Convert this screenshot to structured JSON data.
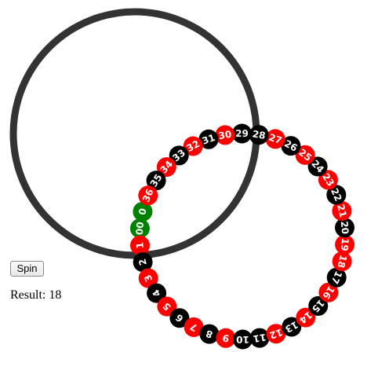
{
  "controls": {
    "spin_label": "Spin"
  },
  "result": {
    "label": "Result:",
    "value": "18"
  },
  "colors": {
    "red": "#ff0000",
    "black": "#000000",
    "green": "#008000",
    "ring": "#333333",
    "label": "#ffffff"
  },
  "wheel": {
    "pockets": [
      {
        "label": "0",
        "color": "green"
      },
      {
        "label": "00",
        "color": "green"
      },
      {
        "label": "1",
        "color": "red"
      },
      {
        "label": "2",
        "color": "black"
      },
      {
        "label": "3",
        "color": "red"
      },
      {
        "label": "4",
        "color": "black"
      },
      {
        "label": "5",
        "color": "red"
      },
      {
        "label": "6",
        "color": "black"
      },
      {
        "label": "7",
        "color": "red"
      },
      {
        "label": "8",
        "color": "black"
      },
      {
        "label": "9",
        "color": "red"
      },
      {
        "label": "10",
        "color": "black"
      },
      {
        "label": "11",
        "color": "black"
      },
      {
        "label": "12",
        "color": "red"
      },
      {
        "label": "13",
        "color": "black"
      },
      {
        "label": "14",
        "color": "red"
      },
      {
        "label": "15",
        "color": "black"
      },
      {
        "label": "16",
        "color": "red"
      },
      {
        "label": "17",
        "color": "black"
      },
      {
        "label": "18",
        "color": "red"
      },
      {
        "label": "19",
        "color": "red"
      },
      {
        "label": "20",
        "color": "black"
      },
      {
        "label": "21",
        "color": "red"
      },
      {
        "label": "22",
        "color": "black"
      },
      {
        "label": "23",
        "color": "red"
      },
      {
        "label": "24",
        "color": "black"
      },
      {
        "label": "25",
        "color": "red"
      },
      {
        "label": "26",
        "color": "black"
      },
      {
        "label": "27",
        "color": "red"
      },
      {
        "label": "28",
        "color": "black"
      },
      {
        "label": "29",
        "color": "black"
      },
      {
        "label": "30",
        "color": "red"
      },
      {
        "label": "31",
        "color": "black"
      },
      {
        "label": "32",
        "color": "red"
      },
      {
        "label": "33",
        "color": "black"
      },
      {
        "label": "34",
        "color": "red"
      },
      {
        "label": "35",
        "color": "black"
      },
      {
        "label": "36",
        "color": "red"
      }
    ]
  }
}
